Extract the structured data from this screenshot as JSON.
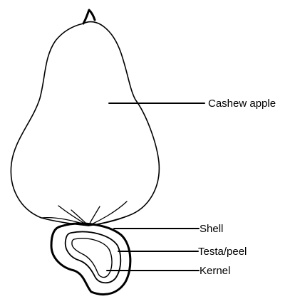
{
  "diagram": {
    "labels": {
      "cashew_apple": "Cashew apple",
      "shell": "Shell",
      "testa_peel": "Testa/peel",
      "kernel": "Kernel"
    },
    "colors": {
      "line": "#000000",
      "background": "#ffffff"
    }
  }
}
